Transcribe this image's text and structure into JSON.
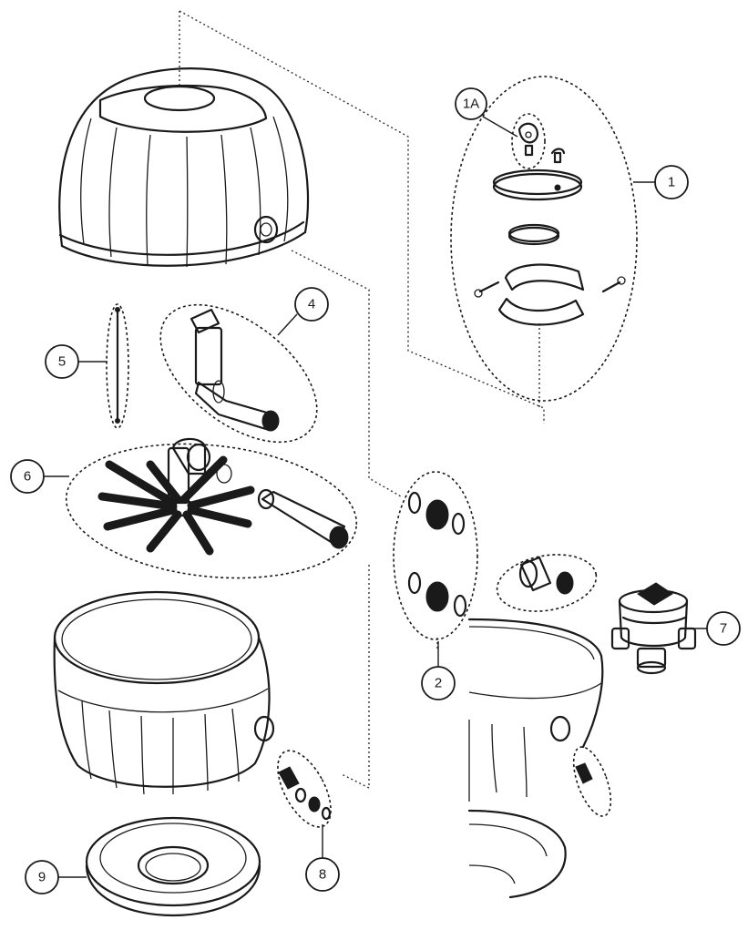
{
  "callouts": {
    "c1": "1",
    "c1a": "1A",
    "c2": "2",
    "c4": "4",
    "c5": "5",
    "c6": "6",
    "c7": "7",
    "c8": "8",
    "c9": "9"
  },
  "colors": {
    "line": "#1a1a1a",
    "background": "#ffffff"
  }
}
